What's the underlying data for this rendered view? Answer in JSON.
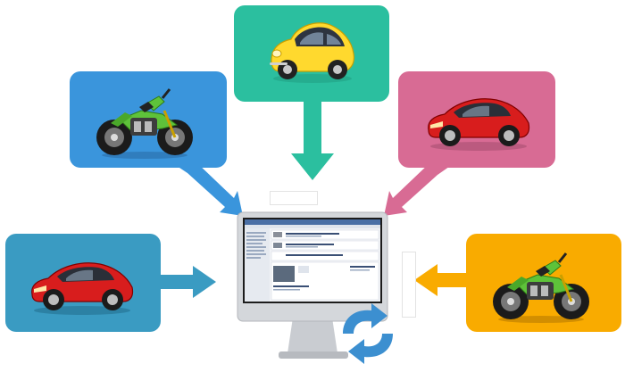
{
  "colors": {
    "top": "#2bbf9f",
    "top_left": "#3a95dc",
    "top_right": "#d86b94",
    "left": "#3a9bc2",
    "right": "#f9ab00",
    "monitor_silver": "#d4d7db",
    "screen_border": "#1c1c1c",
    "sync_blue": "#3c8fd0"
  },
  "nodes": [
    {
      "id": "top",
      "vehicle": "beetle-car-icon",
      "color": "#2bbf9f"
    },
    {
      "id": "top_left",
      "vehicle": "motorcycle-icon",
      "color": "#3a95dc"
    },
    {
      "id": "top_right",
      "vehicle": "sports-car-icon",
      "color": "#d86b94"
    },
    {
      "id": "left",
      "vehicle": "sports-car-icon",
      "color": "#3a9bc2"
    },
    {
      "id": "right",
      "vehicle": "motorcycle-icon",
      "color": "#f9ab00"
    }
  ],
  "center": {
    "icon": "computer-monitor-icon",
    "badge": "sync-arrows-icon"
  }
}
